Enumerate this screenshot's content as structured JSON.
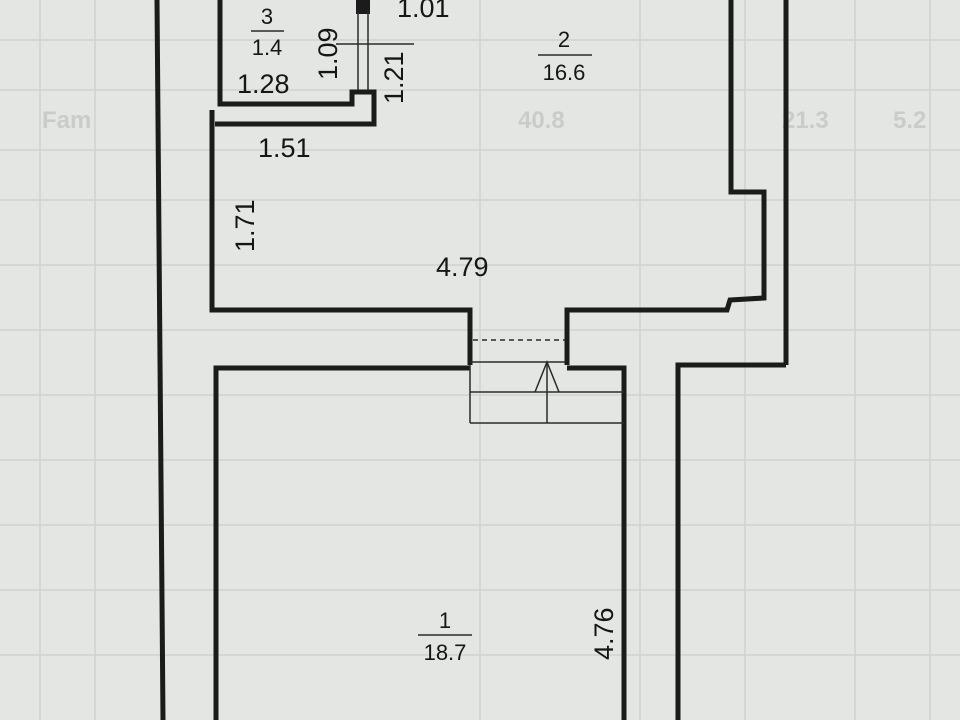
{
  "rooms": [
    {
      "number": "1",
      "area": "18.7"
    },
    {
      "number": "2",
      "area": "16.6"
    },
    {
      "number": "3",
      "area": "1.4"
    }
  ],
  "dimensions": {
    "d_1_01": "1.01",
    "d_1_09": "1.09",
    "d_1_21": "1.21",
    "d_1_28": "1.28",
    "d_1_51": "1.51",
    "d_1_71": "1.71",
    "d_4_79": "4.79",
    "d_4_76": "4.76"
  },
  "background_table": {
    "row_label": "Fam",
    "values": [
      "40.8",
      "21.3",
      "5.2"
    ]
  },
  "colors": {
    "paper": "#e4e6e3",
    "wall": "#1b1b1b",
    "grid": "#cfd2d0"
  }
}
